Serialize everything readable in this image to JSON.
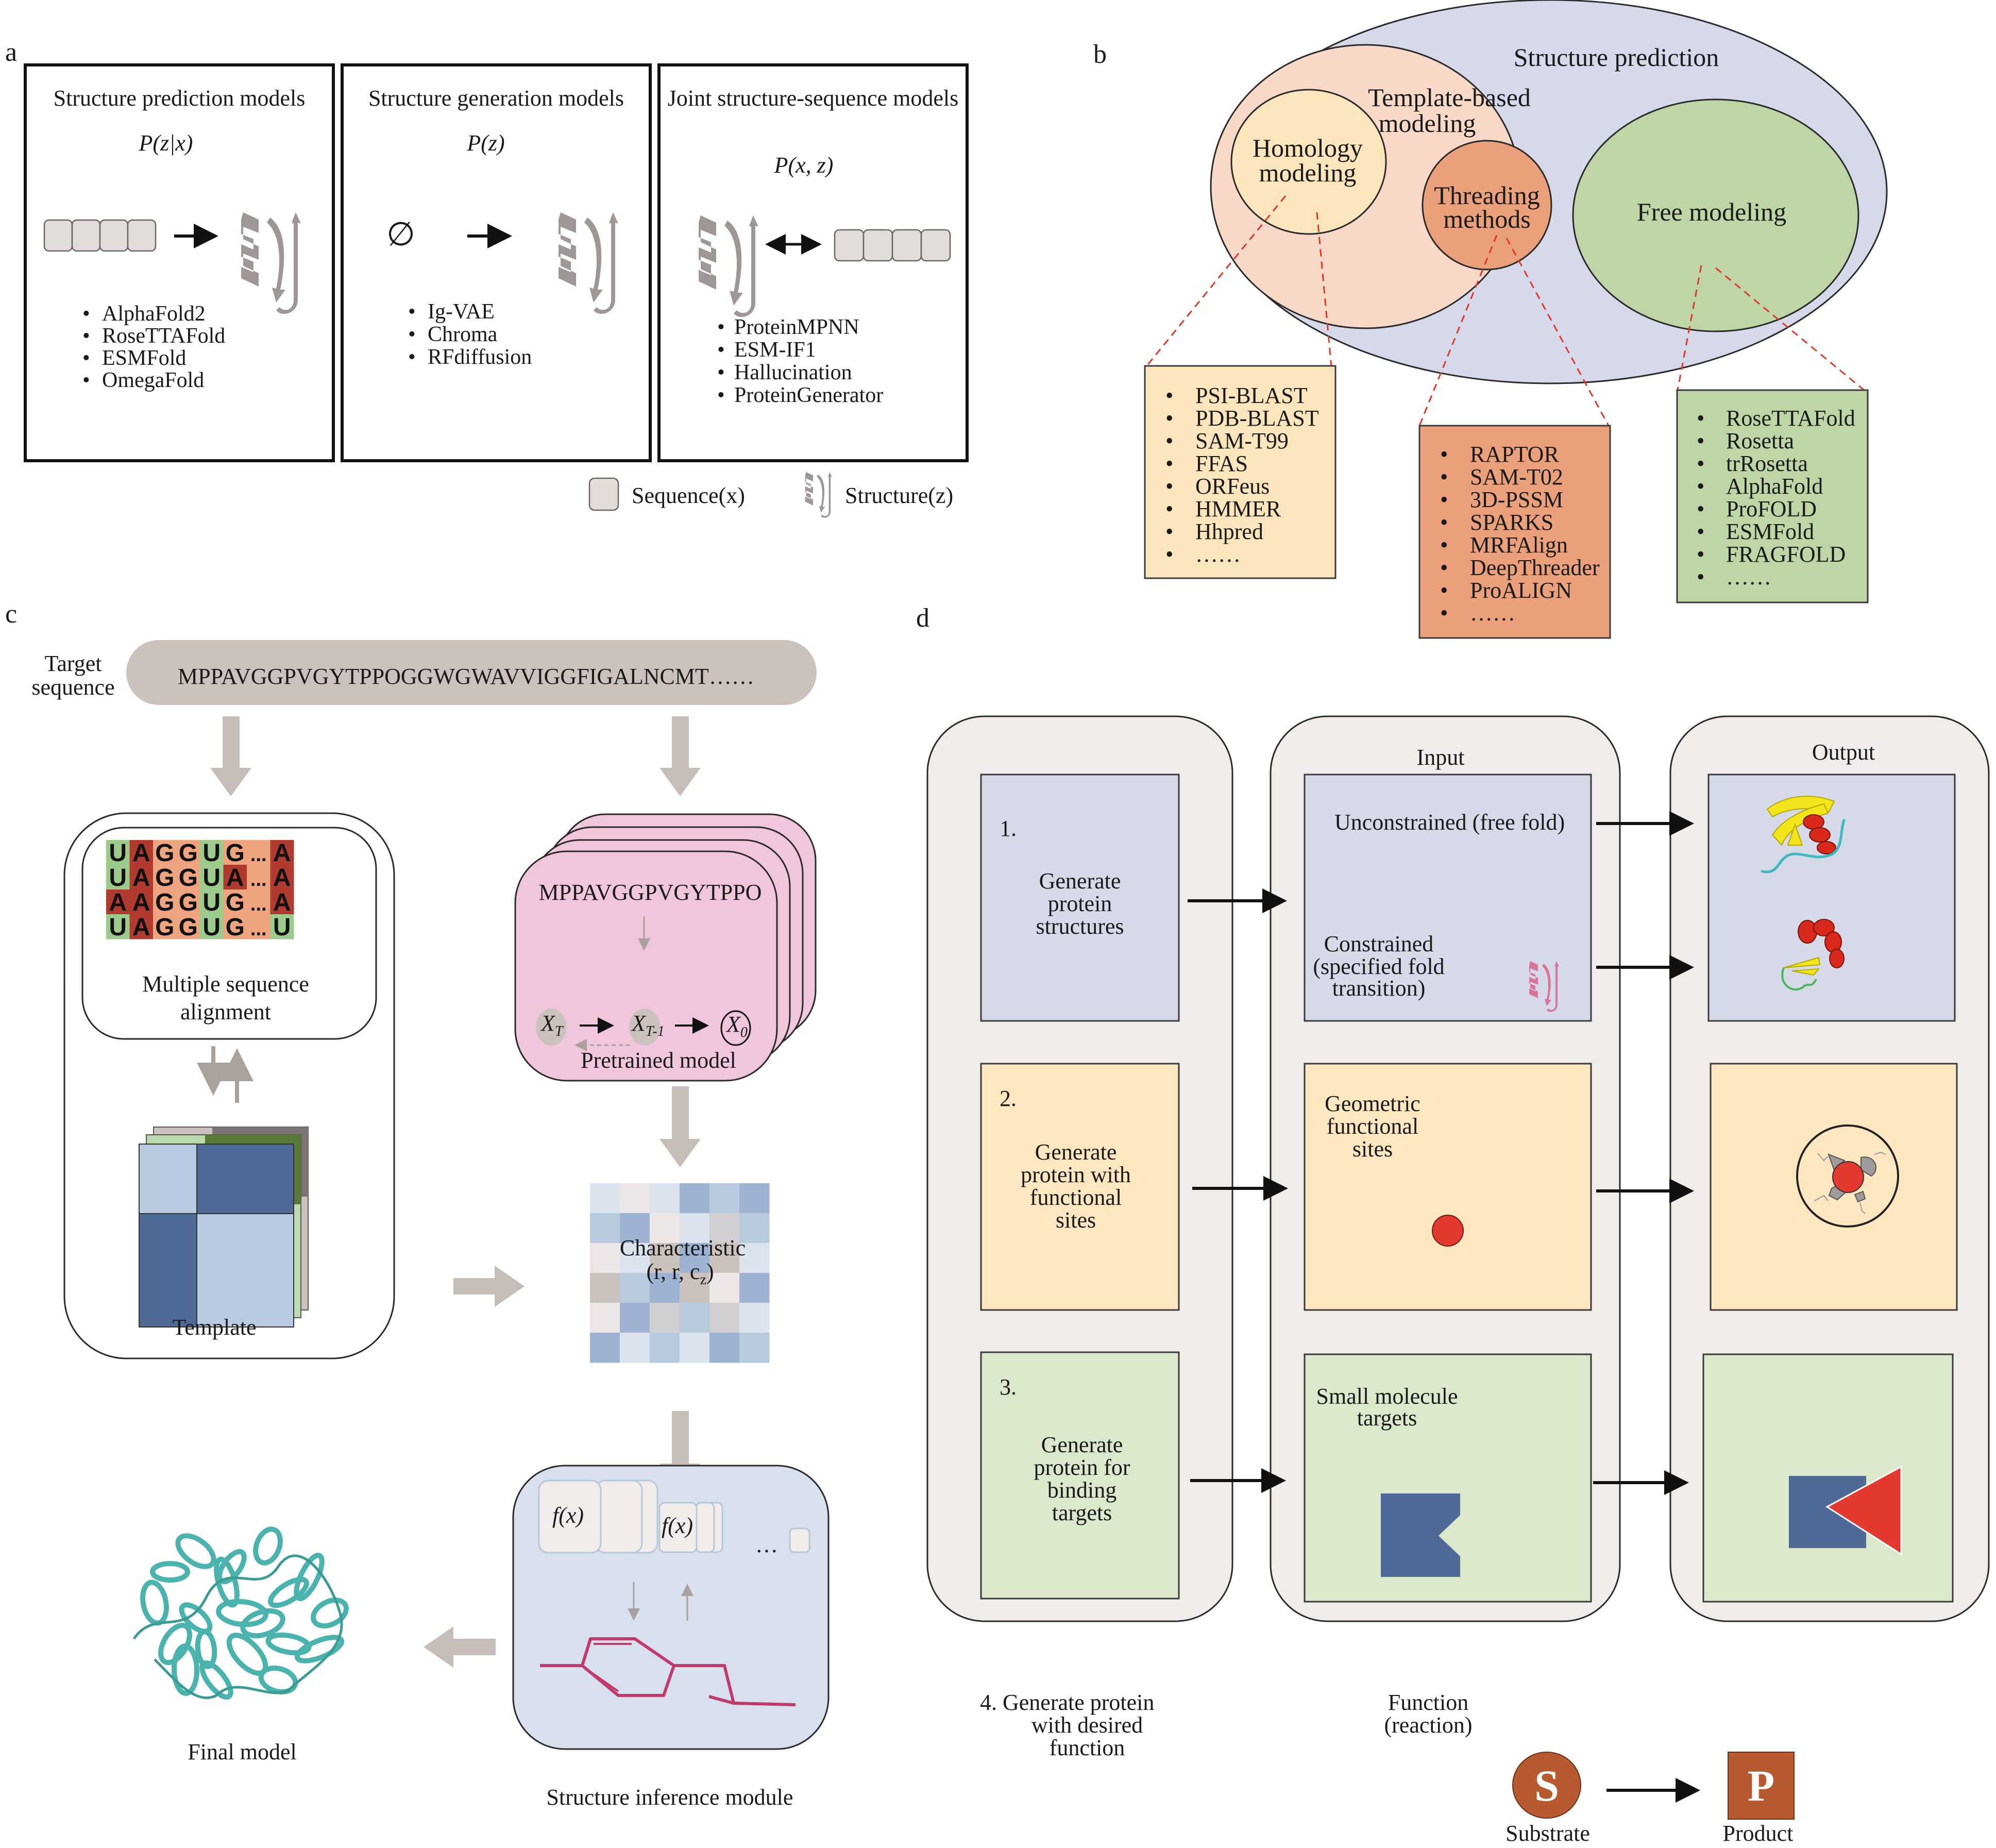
{
  "panel_labels": {
    "a": "a",
    "b": "b",
    "c": "c",
    "d": "d"
  },
  "colors": {
    "sequence_block": "#e2dcdb",
    "structure_icon": "#9e9796",
    "structure_icon_pink": "#d87495",
    "b_outer": "#d6d9ea",
    "b_template": "#f8d9c8",
    "b_homology": "#fbe5bc",
    "b_threading": "#e9a07b",
    "b_free": "#bed6a6",
    "b_dash": "#e0392b",
    "arrow_gray": "#c6bdb9",
    "pink_model": "#f0c6dc",
    "inference_bg": "#d7e0ec",
    "d_container": "#f0ecea",
    "d_row1": "#d6dae8",
    "d_row2": "#fce7c0",
    "d_row3": "#dce8cc",
    "ligand_blue": "#4f6a96",
    "red": "#e4392e",
    "substrate": "#b85a30",
    "protein_teal": "#4bb3ad"
  },
  "panel_a": {
    "boxes": [
      {
        "title": "Structure prediction models",
        "formula": "P(z|x)",
        "items": [
          "AlphaFold2",
          "RoseTTAFold",
          "ESMFold",
          "OmegaFold"
        ]
      },
      {
        "title": "Structure generation models",
        "formula": "P(z)",
        "empty_set_symbol": "∅",
        "items": [
          "Ig-VAE",
          "Chroma",
          "RFdiffusion"
        ]
      },
      {
        "title": "Joint structure-sequence models",
        "formula": "P(x, z)",
        "items": [
          "ProteinMPNN",
          "ESM-IF1",
          "Hallucination",
          "ProteinGenerator"
        ]
      }
    ],
    "legend": {
      "sequence": "Sequence(x)",
      "structure": "Structure(z)"
    }
  },
  "panel_b": {
    "outer": "Structure prediction",
    "template": "Template-based modeling",
    "template_lines": [
      "Template-based",
      "modeling"
    ],
    "homology_lines": [
      "Homology",
      "modeling"
    ],
    "threading_lines": [
      "Threading",
      "methods"
    ],
    "free": "Free modeling",
    "homology_tools": [
      "PSI-BLAST",
      "PDB-BLAST",
      "SAM-T99",
      "FFAS",
      "ORFeus",
      "HMMER",
      "Hhpred",
      "……"
    ],
    "threading_tools": [
      "RAPTOR",
      "SAM-T02",
      "3D-PSSM",
      "SPARKS",
      "MRFAlign",
      "DeepThreader",
      "ProALIGN",
      "……"
    ],
    "free_tools": [
      "RoseTTAFold",
      "Rosetta",
      "trRosetta",
      "AlphaFold",
      "ProFOLD",
      "ESMFold",
      "FRAGFOLD",
      "……"
    ]
  },
  "panel_c": {
    "target_label_lines": [
      "Target",
      "sequence"
    ],
    "target_sequence": "MPPAVGGPVGYTPPOGGWGWAVVIGGFIGALNCMT……",
    "msa": {
      "rows": [
        [
          "U",
          "A",
          "G",
          "G",
          "U",
          "G",
          "...",
          "A"
        ],
        [
          "U",
          "A",
          "G",
          "G",
          "U",
          "A",
          "...",
          "A"
        ],
        [
          "A",
          "A",
          "G",
          "G",
          "U",
          "G",
          "...",
          "A"
        ],
        [
          "U",
          "A",
          "G",
          "G",
          "U",
          "G",
          "...",
          "U"
        ]
      ],
      "label_lines": [
        "Multiple sequence",
        "alignment"
      ]
    },
    "template_label": "Template",
    "pretrained": {
      "sequence": "MPPAVGGPVGYTPPO",
      "nodes": [
        "X",
        "X",
        "X"
      ],
      "node_subs": [
        "T",
        "T-1",
        "0"
      ],
      "label": "Pretrained model"
    },
    "characteristic_lines": [
      "Characteristic",
      "(r, r, c"
    ],
    "characteristic_sub": "z",
    "characteristic_close": ")",
    "inference": {
      "func_label": "f(x)",
      "ellipsis": "…",
      "label": "Structure inference module"
    },
    "final_label": "Final model"
  },
  "panel_d": {
    "input_header": "Input",
    "output_header": "Output",
    "rows": [
      {
        "number": "1.",
        "task_lines": [
          "Generate",
          "protein",
          "structures"
        ],
        "input_a": "Unconstrained (free fold)",
        "input_b_lines": [
          "Constrained",
          "(specified fold",
          "transition)"
        ]
      },
      {
        "number": "2.",
        "task_lines": [
          "Generate",
          "protein with",
          "functional",
          "sites"
        ],
        "input_lines": [
          "Geometric",
          "functional",
          "sites"
        ]
      },
      {
        "number": "3.",
        "task_lines": [
          "Generate",
          "protein for",
          "binding",
          "targets"
        ],
        "input_lines": [
          "Small molecule",
          "targets"
        ]
      }
    ],
    "row4": {
      "task_lines": [
        "4.  Generate protein",
        "with desired",
        "function"
      ],
      "function_lines": [
        "Function",
        "(reaction)"
      ],
      "substrate_letter": "S",
      "product_letter": "P",
      "substrate_label": "Substrate",
      "product_label": "Product"
    }
  }
}
